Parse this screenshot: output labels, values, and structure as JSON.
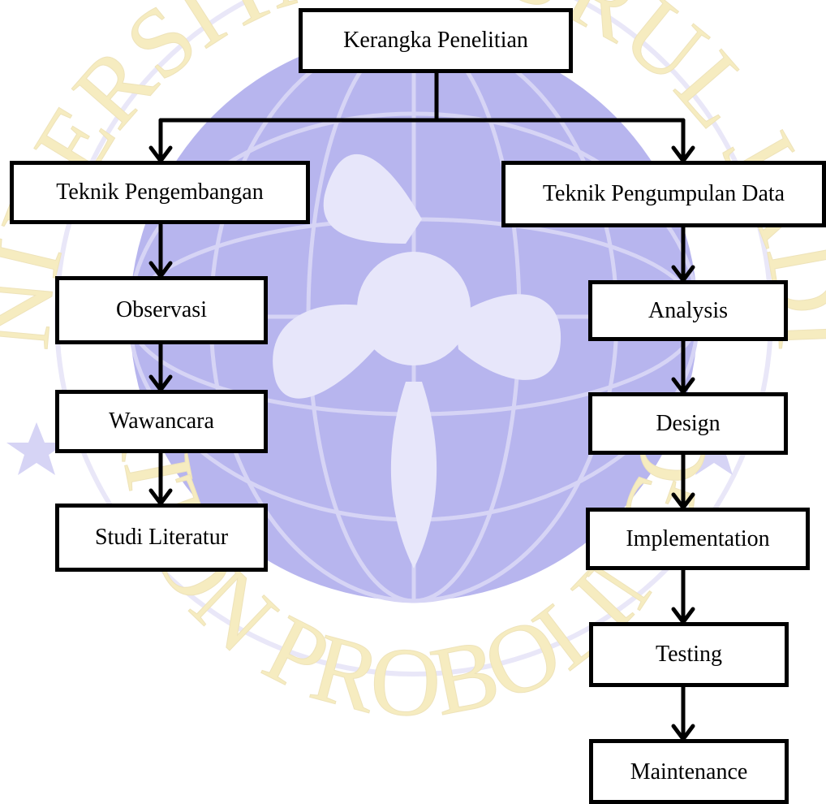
{
  "colors": {
    "watermark_fill": "#b7b5ee",
    "watermark_ring": "#d6d4f5",
    "watermark_text": "#f6ecc0",
    "line": "#000000",
    "box_fill": "#ffffff"
  },
  "watermark": {
    "text_top": "UNIVERSITAS NURUL JADID",
    "text_bottom": "PAITON PROBOLINGGO"
  },
  "diagram": {
    "root": "Kerangka Penelitian",
    "left": {
      "title": "Teknik Pengembangan",
      "steps": [
        "Observasi",
        "Wawancara",
        "Studi Literatur"
      ]
    },
    "right": {
      "title": "Teknik Pengumpulan Data",
      "steps": [
        "Analysis",
        "Design",
        "Implementation",
        "Testing",
        "Maintenance"
      ]
    }
  }
}
